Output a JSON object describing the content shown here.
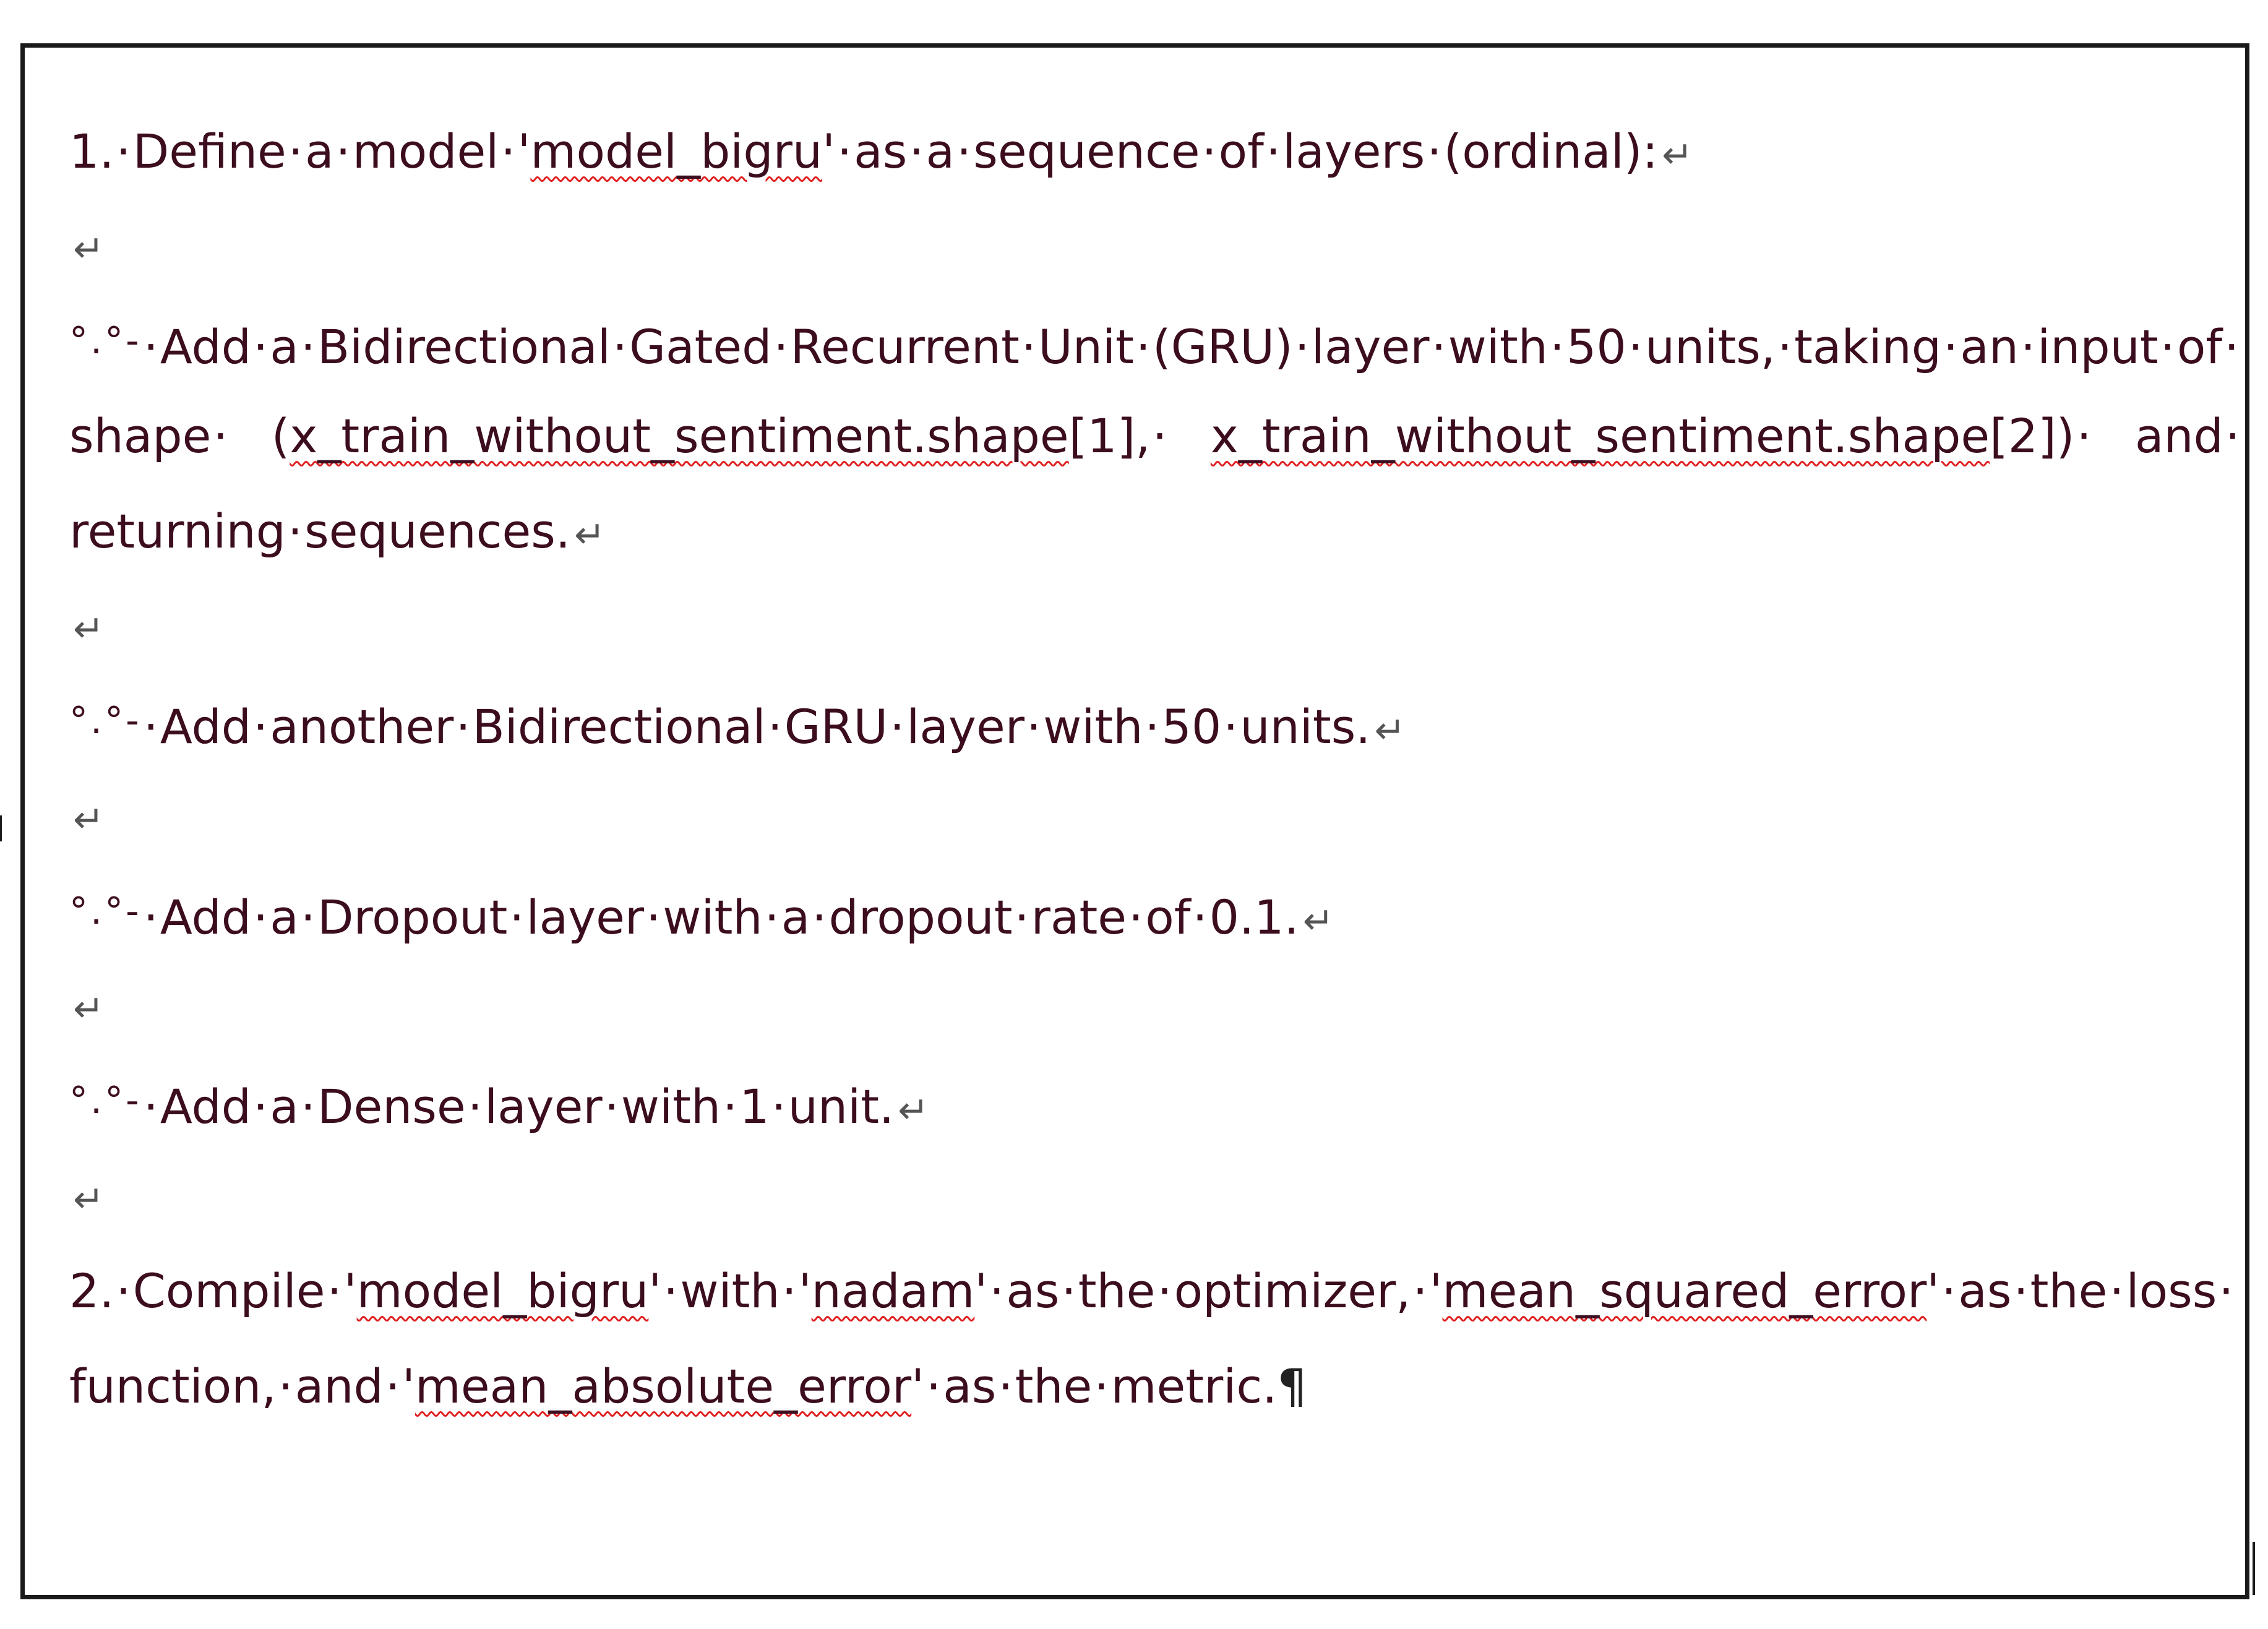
{
  "document": {
    "p1": {
      "s1": "1.",
      "s2": "Define",
      "s3": "a",
      "s4": "model",
      "s5": "'",
      "s6": "model_bigru",
      "s7": "'",
      "s8": "as",
      "s9": "a",
      "s10": "sequence",
      "s11": "of",
      "s12": "layers",
      "s13": "(ordinal):"
    },
    "b1": {
      "bullet": "°.°-",
      "s1": "Add",
      "s2": "a",
      "s3": "Bidirectional",
      "s4": "Gated",
      "s5": "Recurrent",
      "s6": "Unit",
      "s7": "(GRU)",
      "s8": "layer",
      "s9": "with",
      "s10": "50",
      "s11": "units,",
      "s12": "taking",
      "s13": "an",
      "s14": "input",
      "s15": "of",
      "l2_s1": "shape",
      "l2_s2": "(",
      "l2_s3": "x_train_without_sentiment.shape",
      "l2_s4": "[1],",
      "l2_s5": "x_train_without_sentiment.shape",
      "l2_s6": "[2])",
      "l2_s7": "and",
      "l3_s1": "returning",
      "l3_s2": "sequences."
    },
    "b2": {
      "bullet": "°.°-",
      "s1": "Add",
      "s2": "another",
      "s3": "Bidirectional",
      "s4": "GRU",
      "s5": "layer",
      "s6": "with",
      "s7": "50",
      "s8": "units."
    },
    "b3": {
      "bullet": "°.°-",
      "s1": "Add",
      "s2": "a",
      "s3": "Dropout",
      "s4": "layer",
      "s5": "with",
      "s6": "a",
      "s7": "dropout",
      "s8": "rate",
      "s9": "of",
      "s10": "0.1."
    },
    "b4": {
      "bullet": "°.°-",
      "s1": "Add",
      "s2": "a",
      "s3": "Dense",
      "s4": "layer",
      "s5": "with",
      "s6": "1",
      "s7": "unit."
    },
    "p2": {
      "s1": "2.",
      "s2": "Compile",
      "s3": "'",
      "s4": "model_bigru",
      "s5": "'",
      "s6": "with",
      "s7": "'",
      "s8": "nadam",
      "s9": "'",
      "s10": "as",
      "s11": "the",
      "s12": "optimizer,",
      "s13": "'",
      "s14": "mean_squared_error",
      "s15": "'",
      "s16": "as",
      "s17": "the",
      "s18": "loss",
      "l2_s1": "function,",
      "l2_s2": "and",
      "l2_s3": "'",
      "l2_s4": "mean_absolute_error",
      "l2_s5": "'",
      "l2_s6": "as",
      "l2_s7": "the",
      "l2_s8": "metric."
    },
    "marks": {
      "dot": "·",
      "return": "↵",
      "pilcrow": "¶"
    }
  }
}
